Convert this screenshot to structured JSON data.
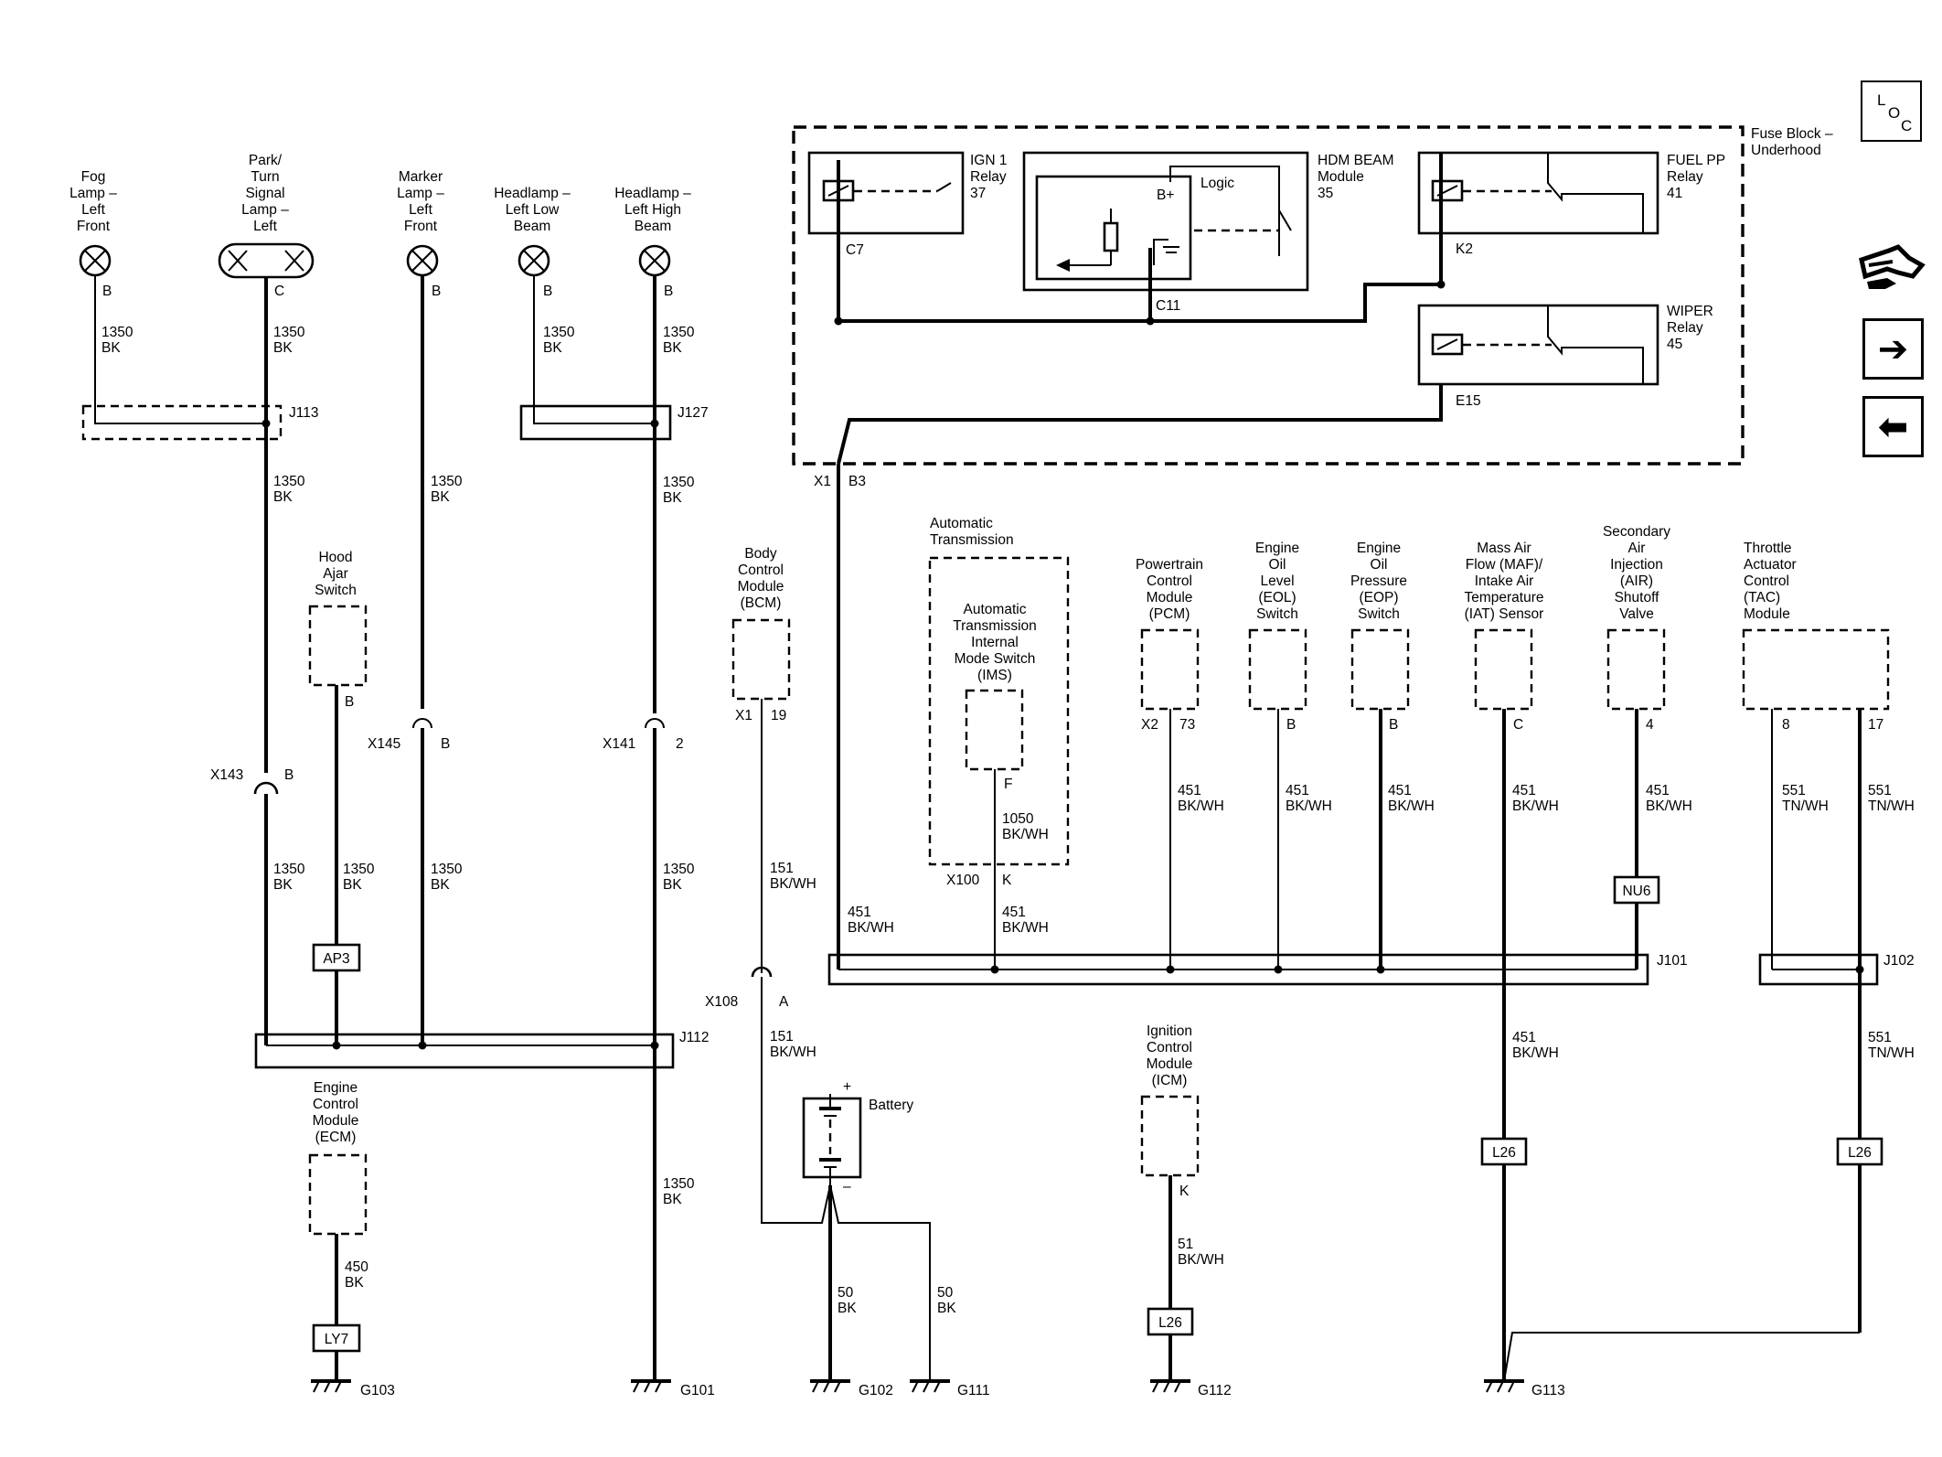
{
  "loc_button": {
    "letters": [
      "L",
      "O",
      "C"
    ]
  },
  "nav": {
    "forward_symbol": "➔",
    "back_symbol": "⬅"
  },
  "fuse_block": {
    "title": [
      "Fuse Block –",
      "Underhood"
    ]
  },
  "relays": {
    "ign1": {
      "name": [
        "IGN 1",
        "Relay",
        "37"
      ],
      "terminal": "C7"
    },
    "hdm": {
      "name": [
        "HDM BEAM",
        "Module",
        "35"
      ],
      "logic": "Logic",
      "bplus": "B+",
      "terminal": "C11"
    },
    "fuelpp": {
      "name": [
        "FUEL PP",
        "Relay",
        "41"
      ],
      "terminal": "K2"
    },
    "wiper": {
      "name": [
        "WIPER",
        "Relay",
        "45"
      ],
      "terminal": "E15"
    }
  },
  "fuse_output": {
    "connector": "X1",
    "pin": "B3"
  },
  "lamps": [
    {
      "name": [
        "Fog",
        "Lamp –",
        "Left",
        "Front"
      ],
      "pin": "B",
      "wire": [
        "1350",
        "BK"
      ]
    },
    {
      "name": [
        "Park/",
        "Turn",
        "Signal",
        "Lamp –",
        "Left"
      ],
      "pin": "C",
      "wire": [
        "1350",
        "BK"
      ]
    },
    {
      "name": [
        "Marker",
        "Lamp –",
        "Left",
        "Front"
      ],
      "pin": "B",
      "wire": [
        "1350",
        "BK"
      ]
    },
    {
      "name": [
        "Headlamp –",
        "Left Low",
        "Beam"
      ],
      "pin": "B",
      "wire": [
        "1350",
        "BK"
      ]
    },
    {
      "name": [
        "Headlamp –",
        "Left High",
        "Beam"
      ],
      "pin": "B",
      "wire": [
        "1350",
        "BK"
      ]
    }
  ],
  "splices": {
    "j113": "J113",
    "j127": "J127",
    "j112": "J112",
    "j101": "J101",
    "j102": "J102"
  },
  "left_wires": {
    "park_below_j113": [
      "1350",
      "BK"
    ],
    "high_below_j127": [
      "1350",
      "BK"
    ],
    "park_below_x143": [
      "1350",
      "BK"
    ],
    "hood_wire": [
      "1350",
      "BK"
    ],
    "marker_below_x145": [
      "1350",
      "BK"
    ],
    "high_below_x141": [
      "1350",
      "BK"
    ],
    "g101_wire": [
      "1350",
      "BK"
    ],
    "ecm_wire": [
      "450",
      "BK"
    ]
  },
  "inline_connectors": {
    "x143": {
      "name": "X143",
      "pin": "B"
    },
    "x145": {
      "name": "X145",
      "pin": "B"
    },
    "x141": {
      "name": "X141",
      "pin": "2"
    },
    "x108": {
      "name": "X108",
      "pin": "A"
    }
  },
  "hood_switch": {
    "name": [
      "Hood",
      "Ajar",
      "Switch"
    ],
    "pin": "B"
  },
  "options": {
    "ap3": "AP3",
    "ly7": "LY7",
    "nu6": "NU6",
    "l26": "L26"
  },
  "ecm": {
    "name": [
      "Engine",
      "Control",
      "Module",
      "(ECM)"
    ]
  },
  "bcm": {
    "name": [
      "Body",
      "Control",
      "Module",
      "(BCM)"
    ],
    "connector": "X1",
    "pin": "19",
    "wire_upper": [
      "151",
      "BK/WH"
    ],
    "wire_lower": [
      "151",
      "BK/WH"
    ]
  },
  "battery": {
    "name": "Battery",
    "plus": "+",
    "minus": "–",
    "wire_g102": [
      "50",
      "BK"
    ],
    "wire_g111": [
      "50",
      "BK"
    ]
  },
  "grounds": {
    "g103": "G103",
    "g101": "G101",
    "g102": "G102",
    "g111": "G111",
    "g112": "G112",
    "g113": "G113"
  },
  "trans": {
    "outer_name": [
      "Automatic",
      "Transmission"
    ],
    "inner_name": [
      "Automatic",
      "Transmission",
      "Internal",
      "Mode Switch",
      "(IMS)"
    ],
    "pin_f": "F",
    "wire_inner": [
      "1050",
      "BK/WH"
    ],
    "connector": "X100",
    "pin_k": "K",
    "wire_out": [
      "451",
      "BK/WH"
    ]
  },
  "fuse_wire": [
    "451",
    "BK/WH"
  ],
  "sensors": [
    {
      "name": [
        "Powertrain",
        "Control",
        "Module",
        "(PCM)"
      ],
      "connector": "X2",
      "pin": "73",
      "wire": [
        "451",
        "BK/WH"
      ]
    },
    {
      "name": [
        "Engine",
        "Oil",
        "Level",
        "(EOL)",
        "Switch"
      ],
      "pin": "B",
      "wire": [
        "451",
        "BK/WH"
      ]
    },
    {
      "name": [
        "Engine",
        "Oil",
        "Pressure",
        "(EOP)",
        "Switch"
      ],
      "pin": "B",
      "wire": [
        "451",
        "BK/WH"
      ]
    },
    {
      "name": [
        "Mass Air",
        "Flow (MAF)/",
        "Intake Air",
        "Temperature",
        "(IAT) Sensor"
      ],
      "pin": "C",
      "wire": [
        "451",
        "BK/WH"
      ]
    },
    {
      "name": [
        "Secondary",
        "Air",
        "Injection",
        "(AIR)",
        "Shutoff",
        "Valve"
      ],
      "pin": "4",
      "wire": [
        "451",
        "BK/WH"
      ]
    }
  ],
  "tac": {
    "name": [
      "Throttle",
      "Actuator",
      "Control",
      "(TAC)",
      "Module"
    ],
    "pin8": "8",
    "pin17": "17",
    "wire8": [
      "551",
      "TN/WH"
    ],
    "wire17": [
      "551",
      "TN/WH"
    ],
    "wire_lower": [
      "551",
      "TN/WH"
    ]
  },
  "maf_lower_wire": [
    "451",
    "BK/WH"
  ],
  "icm": {
    "name": [
      "Ignition",
      "Control",
      "Module",
      "(ICM)"
    ],
    "pin": "K",
    "wire": [
      "51",
      "BK/WH"
    ]
  }
}
